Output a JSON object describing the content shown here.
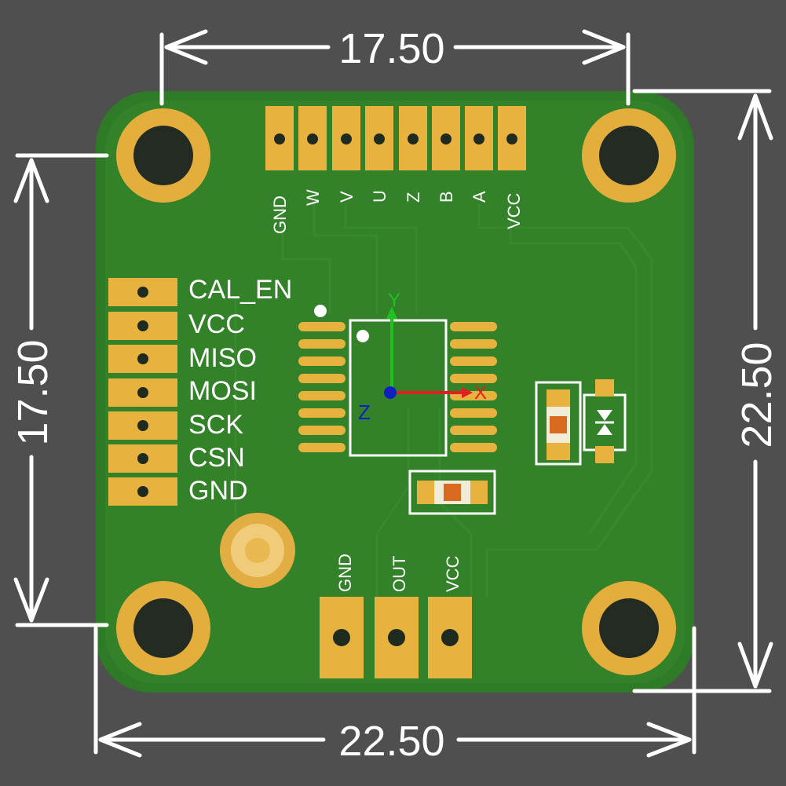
{
  "dimensions": {
    "top": "17.50",
    "bottom": "22.50",
    "left": "17.50",
    "right": "22.50"
  },
  "top_header": {
    "pins": [
      "GND",
      "W",
      "V",
      "U",
      "Z",
      "B",
      "A",
      "VCC"
    ]
  },
  "left_header": {
    "pins": [
      "CAL_EN",
      "VCC",
      "MISO",
      "MOSI",
      "SCK",
      "CSN",
      "GND"
    ]
  },
  "bottom_header": {
    "pins": [
      "GND",
      "OUT",
      "VCC"
    ]
  },
  "axes": {
    "x": "X",
    "y": "Y",
    "z": "Z"
  },
  "colors": {
    "background": "#4f4f4f",
    "board": "#2f7a28",
    "pad": "#e8b23f",
    "silkscreen": "#ffffff",
    "axis_x": "#e02020",
    "axis_y": "#20c020",
    "axis_z": "#1020c0"
  }
}
